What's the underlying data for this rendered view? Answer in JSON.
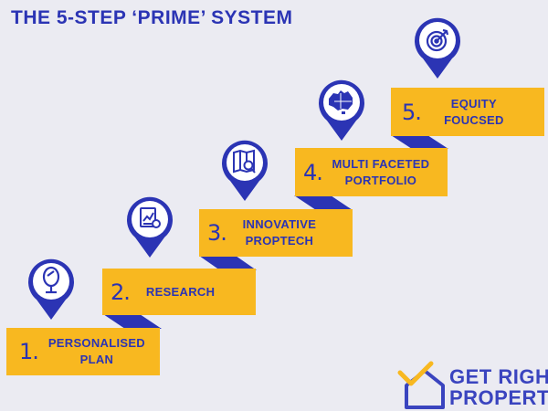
{
  "title": "THE 5-STEP ‘PRIME’ SYSTEM",
  "colors": {
    "blue": "#2b34b4",
    "gold": "#f8b820",
    "bg": "#ebebf2"
  },
  "steps": [
    {
      "number": "1.",
      "line1": "PERSONALISED",
      "line2": "PLAN",
      "icon": "mirror-icon"
    },
    {
      "number": "2.",
      "line1": "RESEARCH",
      "line2": "",
      "icon": "report-icon"
    },
    {
      "number": "3.",
      "line1": "INNOVATIVE",
      "line2": "PROPTECH",
      "icon": "map-search-icon"
    },
    {
      "number": "4.",
      "line1": "MULTI FACETED",
      "line2": "PORTFOLIO",
      "icon": "australia-map-icon"
    },
    {
      "number": "5.",
      "line1": "EQUITY",
      "line2": "FOUCSED",
      "icon": "target-icon"
    }
  ],
  "logo": {
    "line1": "GET RIGHT",
    "line2": "PROPERTY",
    "icon": "house-check-icon"
  }
}
